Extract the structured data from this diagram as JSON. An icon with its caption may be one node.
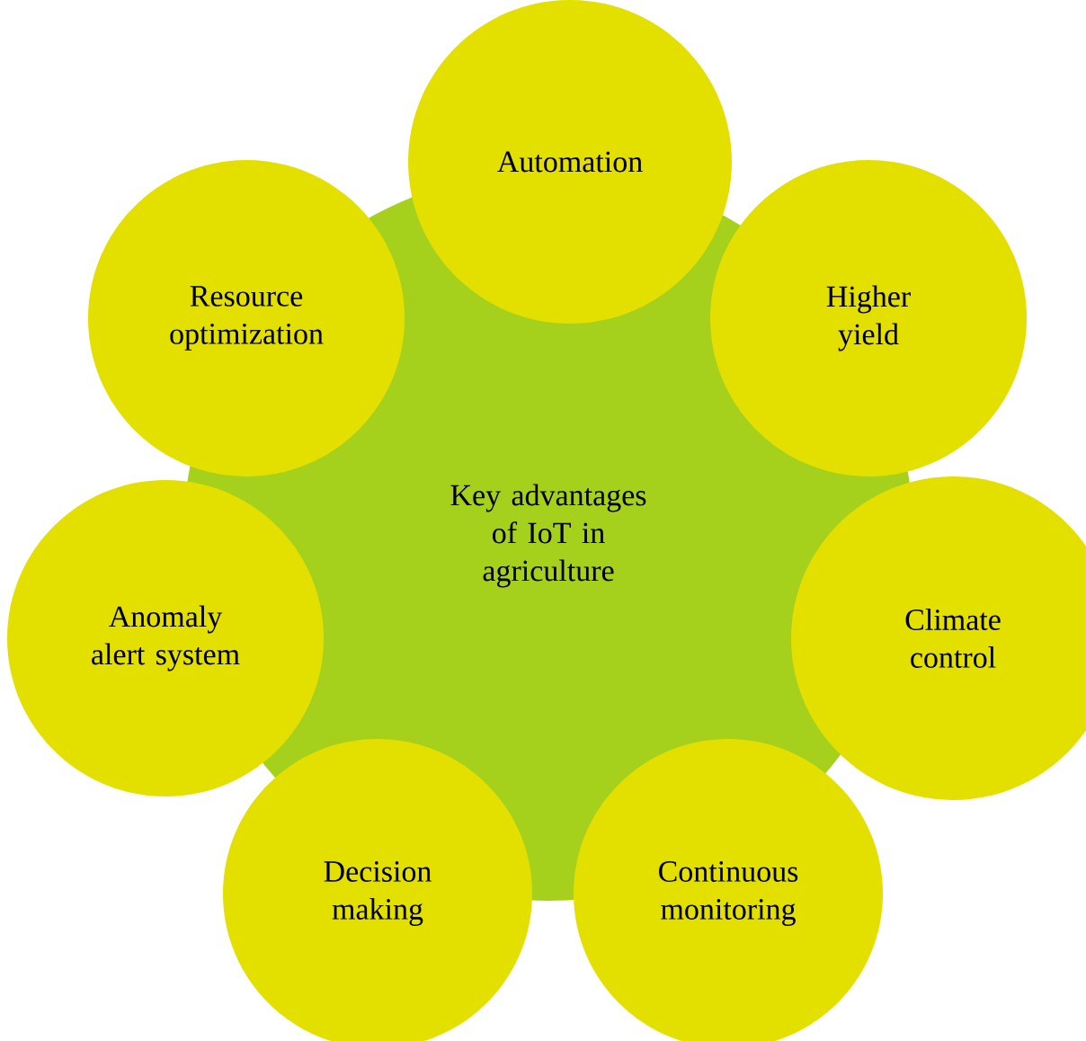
{
  "diagram": {
    "nodes": [
      {
        "text": [
          "Key advantages of IoT in agriculture"
        ]
      },
      {
        "text": [
          "Automation"
        ]
      },
      {
        "text": [
          "Higher yield"
        ]
      },
      {
        "text": [
          "Climate control"
        ]
      },
      {
        "text": [
          "Continuous monitoring"
        ]
      },
      {
        "text": [
          "Decision making"
        ]
      },
      {
        "text": [
          "Anomaly alert system"
        ]
      },
      {
        "text": [
          "Resource optimization"
        ]
      }
    ]
  }
}
